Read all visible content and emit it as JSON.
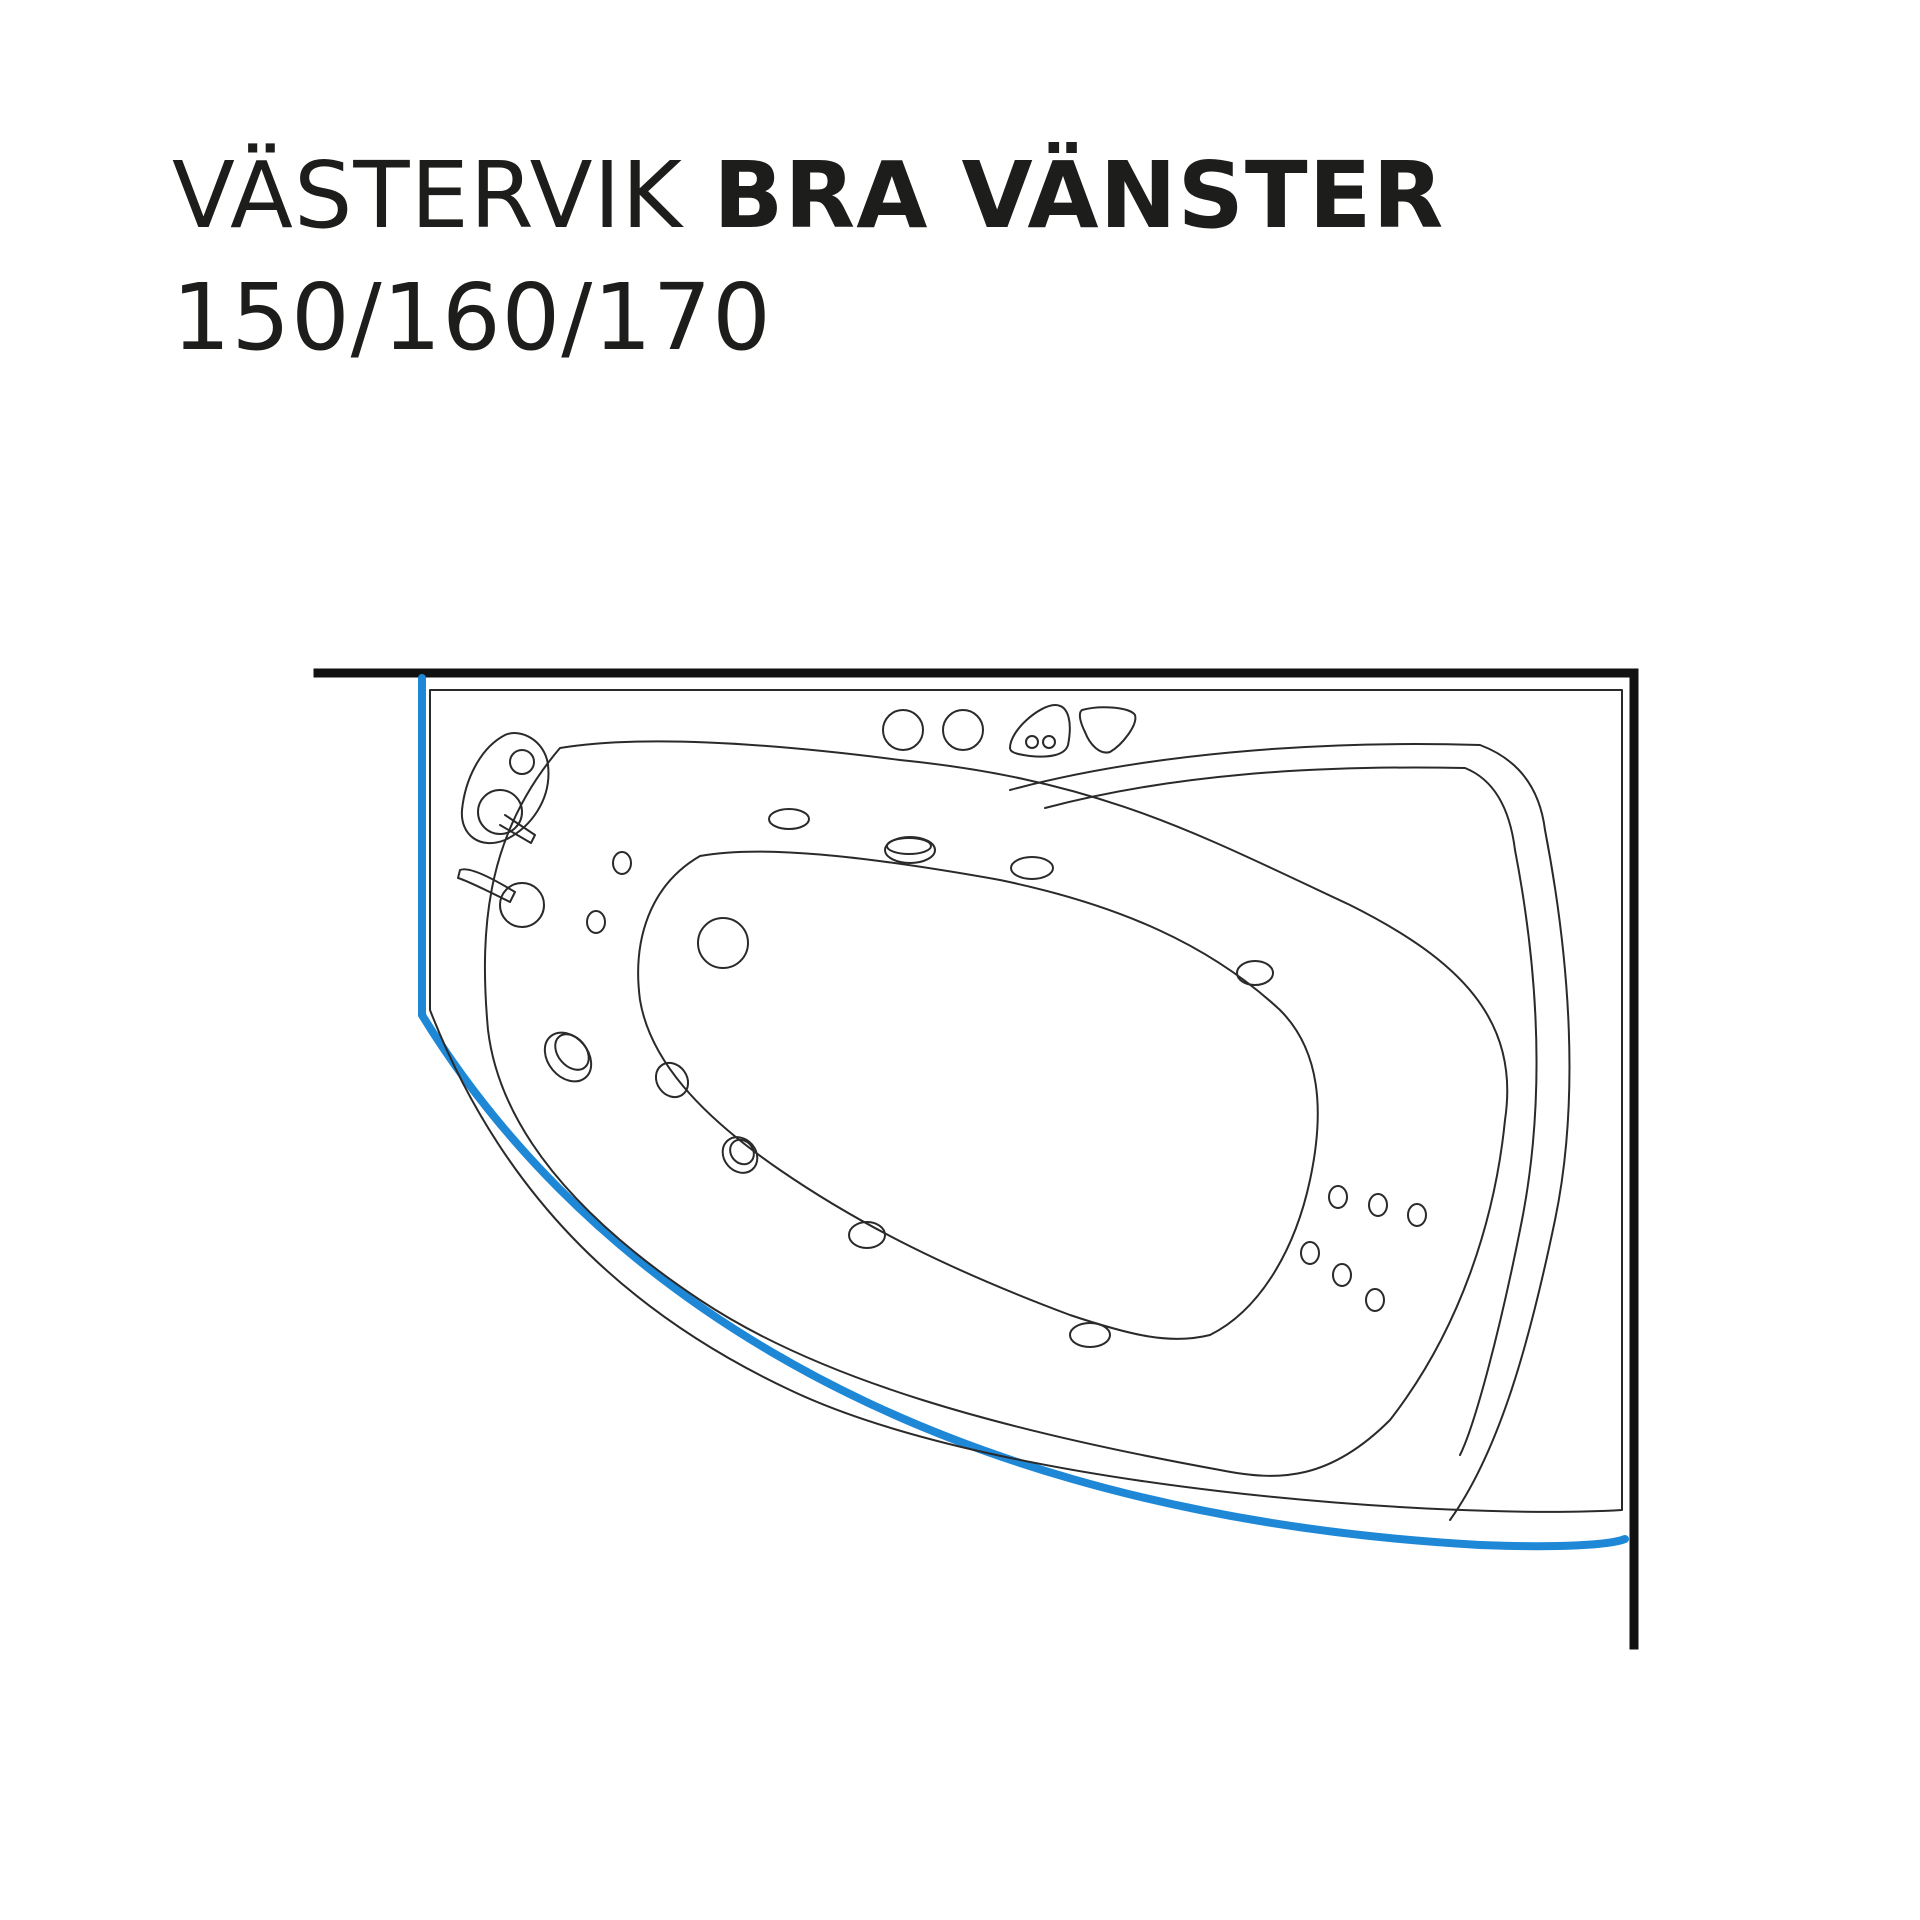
{
  "title": {
    "model_name": "VÄSTERVIK",
    "variant": "BRA VÄNSTER",
    "sizes": "150/160/170"
  },
  "colors": {
    "text": "#1d1d1b",
    "wall": "#111111",
    "outline": "#2a2a2a",
    "open_edge": "#1e88d6"
  }
}
